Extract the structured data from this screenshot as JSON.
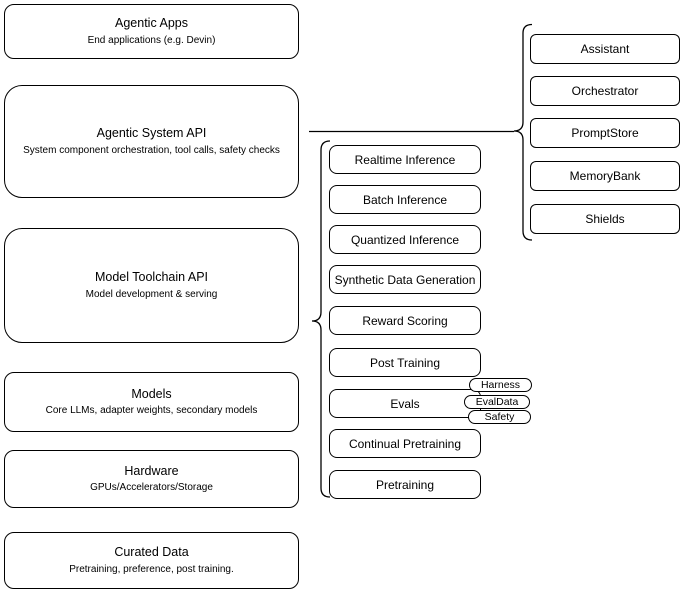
{
  "diagram": {
    "stack": [
      {
        "title": "Agentic Apps",
        "subtitle": "End applications (e.g. Devin)"
      },
      {
        "title": "Agentic System API",
        "subtitle": "System component orchestration, tool calls, safety checks"
      },
      {
        "title": "Model Toolchain API",
        "subtitle": "Model development & serving"
      },
      {
        "title": "Models",
        "subtitle": "Core LLMs, adapter weights, secondary models"
      },
      {
        "title": "Hardware",
        "subtitle": "GPUs/Accelerators/Storage"
      },
      {
        "title": "Curated Data",
        "subtitle": "Pretraining, preference, post training."
      }
    ],
    "toolchain_items": [
      "Realtime Inference",
      "Batch Inference",
      "Quantized Inference",
      "Synthetic Data Generation",
      "Reward Scoring",
      "Post Training",
      "Evals",
      "Continual Pretraining",
      "Pretraining"
    ],
    "eval_tags": [
      "Harness",
      "EvalData",
      "Safety"
    ],
    "system_components": [
      "Assistant",
      "Orchestrator",
      "PromptStore",
      "MemoryBank",
      "Shields"
    ],
    "colors": {
      "border": "#000000",
      "background": "#ffffff",
      "text": "#000000"
    }
  }
}
